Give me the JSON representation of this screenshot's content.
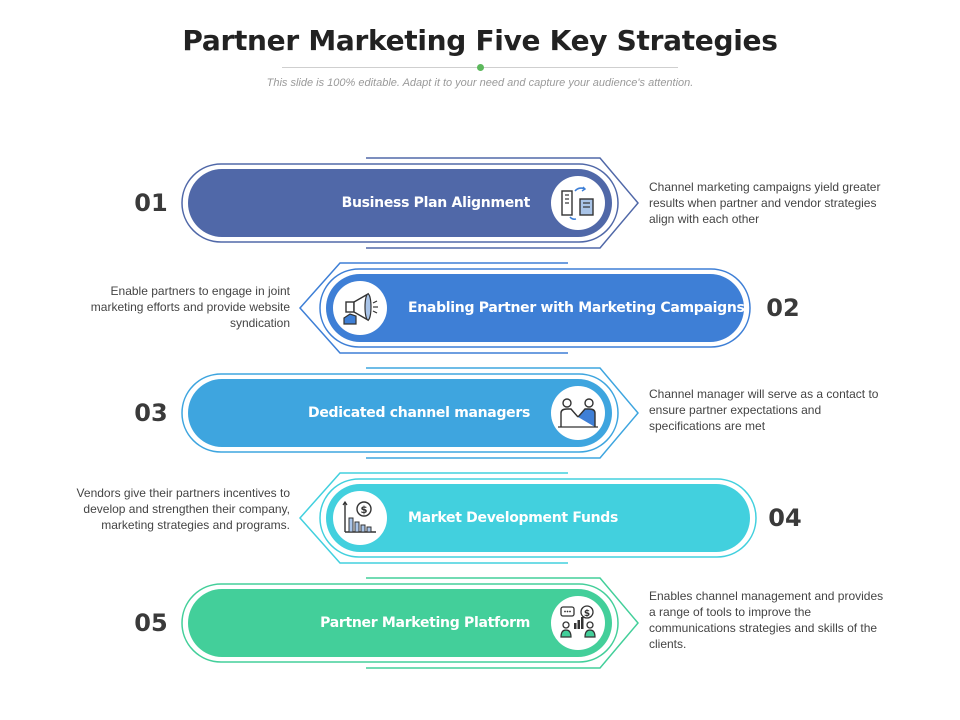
{
  "header": {
    "title": "Partner Marketing Five Key Strategies",
    "subtitle": "This slide is 100% editable. Adapt it to your need and capture your audience's attention."
  },
  "colors": {
    "s1": "#5068a8",
    "s2": "#3e7fd6",
    "s3": "#3ea5df",
    "s4": "#42d0de",
    "s5": "#43cf9a"
  },
  "strategies": [
    {
      "number": "01",
      "label": "Business Plan Alignment",
      "icon": "business-buildings-icon",
      "description": "Channel marketing campaigns yield greater results when partner and vendor strategies align with each other"
    },
    {
      "number": "02",
      "label": "Enabling Partner with Marketing Campaigns",
      "icon": "megaphone-icon",
      "description": "Enable partners to engage in joint marketing efforts and provide website syndication"
    },
    {
      "number": "03",
      "label": "Dedicated channel managers",
      "icon": "handshake-icon",
      "description": "Channel manager will serve as a contact to ensure partner expectations and specifications are met"
    },
    {
      "number": "04",
      "label": "Market Development Funds",
      "icon": "money-chart-icon",
      "description": "Vendors give their partners incentives to develop and strengthen their company, marketing strategies and programs."
    },
    {
      "number": "05",
      "label": "Partner Marketing Platform",
      "icon": "communication-platform-icon",
      "description": "Enables channel management and provides a range of tools to improve the communications strategies and skills of the clients."
    }
  ]
}
